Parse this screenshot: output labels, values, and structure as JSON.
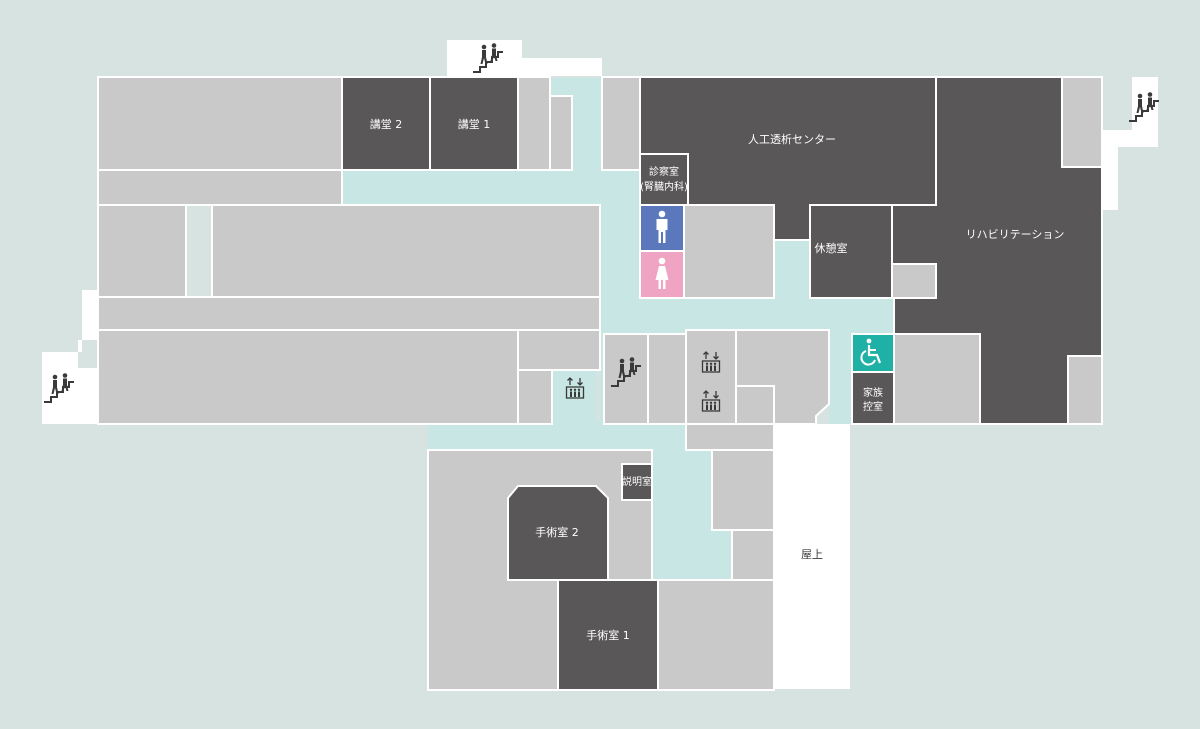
{
  "colors": {
    "background": "#d6e3e0",
    "room": "#c9c9c9",
    "dark_room": "#595757",
    "corridor": "#c8e6e3",
    "white": "#ffffff",
    "male_toilet": "#5b78bd",
    "female_toilet": "#f0a4c3",
    "accessible_toilet": "#1fb0a6"
  },
  "rooms": {
    "lecture_hall_2": "講堂 2",
    "lecture_hall_1": "講堂 1",
    "dialysis_center": "人工透析センター",
    "consult_room": "診察室",
    "consult_dept": "(腎臓内科)",
    "rest_room": "休憩室",
    "rehabilitation": "リハビリテーション",
    "family_waiting_line1": "家族",
    "family_waiting_line2": "控室",
    "explanation_room": "説明室",
    "operating_room_2": "手術室 2",
    "operating_room_1": "手術室 1",
    "rooftop": "屋上"
  },
  "icons": {
    "stairs": "stairs-icon",
    "elevator": "elevator-icon",
    "male_toilet": "male-toilet-icon",
    "female_toilet": "female-toilet-icon",
    "accessible_toilet": "wheelchair-icon"
  }
}
